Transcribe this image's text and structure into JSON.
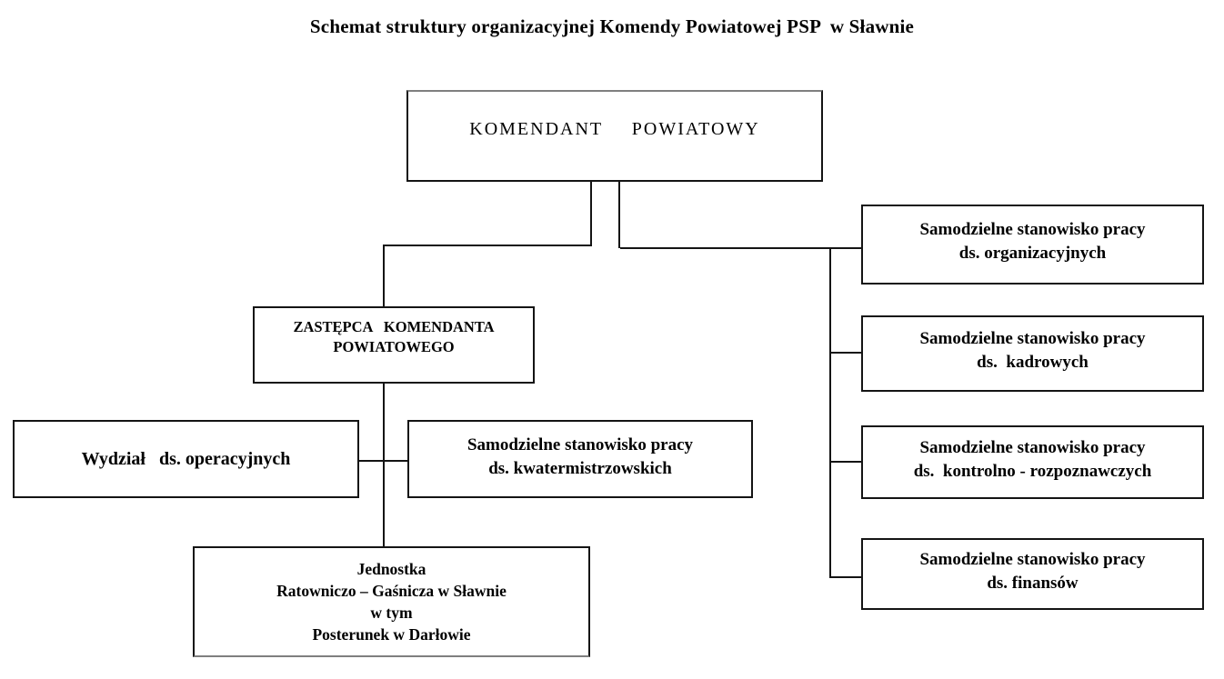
{
  "title": "Schemat struktury organizacyjnej Komendy Powiatowej PSP  w Sławnie",
  "nodes": {
    "komendant": {
      "lines": [
        "KOMENDANT  POWIATOWY"
      ]
    },
    "zastepca": {
      "lines": [
        "ZASTĘPCA   KOMENDANTA",
        "POWIATOWEGO"
      ]
    },
    "wydzial_operacyjny": {
      "lines": [
        "Wydział   ds. operacyjnych"
      ]
    },
    "kwatermistrzowskie": {
      "lines": [
        "Samodzielne stanowisko pracy",
        "ds. kwatermistrzowskich"
      ]
    },
    "jednostka": {
      "lines": [
        "Jednostka",
        "Ratowniczo – Gaśnicza w Sławnie",
        "w tym",
        "Posterunek w Darłowie"
      ]
    },
    "organizacyjne": {
      "lines": [
        "Samodzielne stanowisko pracy",
        "ds. organizacyjnych"
      ]
    },
    "kadrowe": {
      "lines": [
        "Samodzielne stanowisko pracy",
        "ds.  kadrowych"
      ]
    },
    "kontrolno_rozpoznawcze": {
      "lines": [
        "Samodzielne stanowisko pracy",
        "ds.  kontrolno - rozpoznawczych"
      ]
    },
    "finansowe": {
      "lines": [
        "Samodzielne stanowisko pracy",
        "ds. finansów"
      ]
    }
  },
  "colors": {
    "background": "#ffffff",
    "box_border": "#141414",
    "box_border_gray_accent": "#7f7f7f",
    "connector": "#141414",
    "text": "#000000"
  }
}
